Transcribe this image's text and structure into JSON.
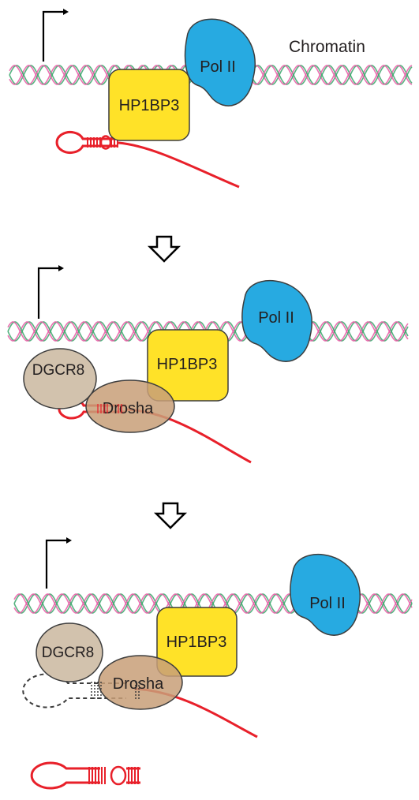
{
  "labels": {
    "chromatin": "Chromatin",
    "pol2": "Pol II",
    "hp1bp3": "HP1BP3",
    "dgcr8": "DGCR8",
    "drosha": "Drosha"
  },
  "colors": {
    "dna_green": "#3aa66b",
    "dna_pink": "#e75aa4",
    "rna": "#e8202a",
    "pol2": "#27aae1",
    "hp1bp3": "#ffe228",
    "dgcr8": "#d2c2ad",
    "drosha": "#c89f78",
    "outline": "#3d3d3d",
    "arrow": "#000000"
  },
  "icons": [
    "promoter-arrow-icon",
    "down-arrow-icon"
  ]
}
